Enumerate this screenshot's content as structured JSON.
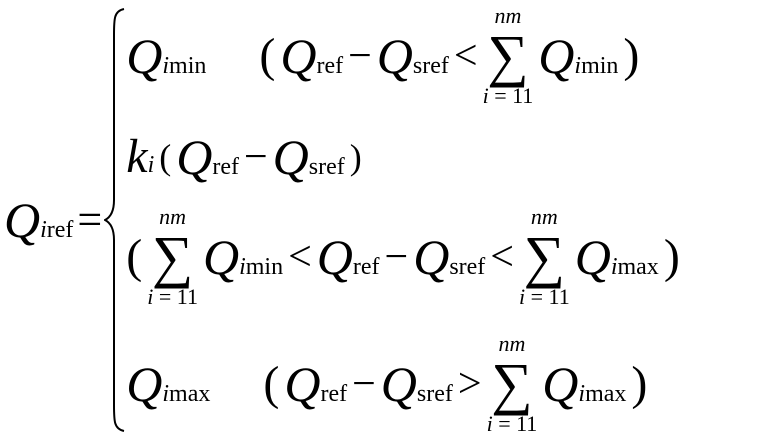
{
  "lhs": {
    "symbol": "Q",
    "sub_italic": "i",
    "sub": "ref",
    "equals": "="
  },
  "cases": [
    {
      "value": {
        "symbol": "Q",
        "sub_italic": "i",
        "sub": "min"
      },
      "condition": {
        "open": "(",
        "q_ref": "Q",
        "ref": "ref",
        "minus": "−",
        "q_sref": "Q",
        "sref": "sref",
        "relation": "<",
        "sum": "∑",
        "upper": "nm",
        "lower_i": "i",
        "lower_rest": " = 11",
        "q_term": "Q",
        "term_i": "i",
        "term_sub": "min",
        "close": ")"
      }
    },
    {
      "value": {
        "coef": "k",
        "coef_sub": "i",
        "open": "(",
        "q_ref": "Q",
        "ref": "ref",
        "minus": "−",
        "q_sref": "Q",
        "sref": "sref",
        "close": ")"
      }
    },
    {
      "condition": {
        "open": "(",
        "sum1": "∑",
        "upper1": "nm",
        "lower1_i": "i",
        "lower1_rest": " = 11",
        "q1": "Q",
        "q1_i": "i",
        "q1_sub": "min",
        "rel1": "<",
        "q_ref": "Q",
        "ref": "ref",
        "minus": "−",
        "q_sref": "Q",
        "sref": "sref",
        "rel2": "<",
        "sum2": "∑",
        "upper2": "nm",
        "lower2_i": "i",
        "lower2_rest": " = 11",
        "q2": "Q",
        "q2_i": "i",
        "q2_sub": "max",
        "close": ")"
      }
    },
    {
      "value": {
        "symbol": "Q",
        "sub_italic": "i",
        "sub": "max"
      },
      "condition": {
        "open": "(",
        "q_ref": "Q",
        "ref": "ref",
        "minus": "−",
        "q_sref": "Q",
        "sref": "sref",
        "relation": ">",
        "sum": "∑",
        "upper": "nm",
        "lower_i": "i",
        "lower_rest": " = 11",
        "q_term": "Q",
        "term_i": "i",
        "term_sub": "max",
        "close": ")"
      }
    }
  ]
}
